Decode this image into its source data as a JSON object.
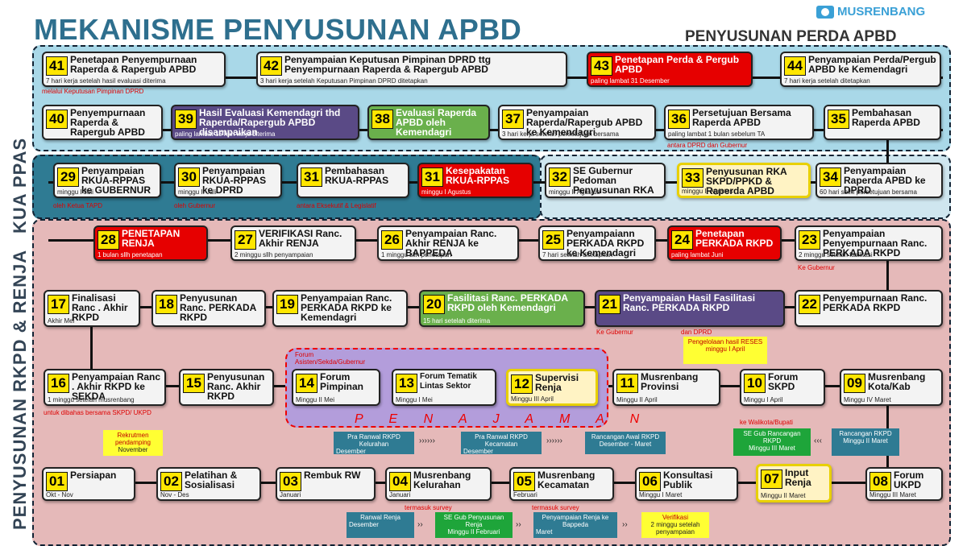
{
  "title": "MEKANISME PENYUSUNAN APBD",
  "logo_text": "MUSRENBANG",
  "section_perda": "PENYUSUNAN PERDA APBD",
  "section_kua": "KUA PPAS",
  "section_rkpd": "PENYUSUNAN RKPD & RENJA",
  "penajaman": "P E N A J A M A N",
  "colors": {
    "perda_bg": "#a9d8e8",
    "kua_bg": "#2f7b93",
    "rkpd_bg": "#e5b9b9",
    "red": "#e60000",
    "green": "#6ab04c",
    "purple": "#5a4a86",
    "number_badge": "#ffe600"
  },
  "steps": {
    "s41": {
      "num": "41",
      "label": "Penetapan Penyempurnaan Raperda & Rapergub APBD",
      "note": "7 hari kerja setelah hasil evaluasi diterima",
      "rnote": "melalui Keputusan Pimpinan DPRD"
    },
    "s42": {
      "num": "42",
      "label": "Penyampaian Keputusan Pimpinan DPRD ttg Penyempurnaan Raperda & Rapergub APBD",
      "note": "3 hari kerja setelah Keputusan Pimpinan DPRD ditetapkan"
    },
    "s43": {
      "num": "43",
      "label": "Penetapan Perda & Pergub APBD",
      "note": "paling lambat 31 Desember"
    },
    "s44": {
      "num": "44",
      "label": "Penyampaian Perda/Pergub APBD ke Kemendagri",
      "note": "7 hari kerja setelah ditetapkan"
    },
    "s40": {
      "num": "40",
      "label": "Penyempurnaan Raperda & Rapergub APBD"
    },
    "s39": {
      "num": "39",
      "label": "Hasil Evaluasi Kemendagri thd Raperda/Rapergub APBD disampaikan",
      "note": "paling lambat 15 hari kerja diterima"
    },
    "s38": {
      "num": "38",
      "label": "Evaluasi Raperda APBD oleh Kemendagri"
    },
    "s37": {
      "num": "37",
      "label": "Penyampaian Raperda/Rapergub APBD ke Kemendagri",
      "note": "3 hari kerja setelah persetujuan bersama"
    },
    "s36": {
      "num": "36",
      "label": "Persetujuan Bersama Raperda APBD",
      "note": "paling lambat 1 bulan sebelum TA",
      "rnote": "antara DPRD dan Gubernur"
    },
    "s35": {
      "num": "35",
      "label": "Pembahasan Raperda APBD"
    },
    "s29": {
      "num": "29",
      "label": "Penyampaian RKUA-RPPAS ke GUBERNUR",
      "note": "minggu I Juli",
      "rnote": "oleh Ketua TAPD"
    },
    "s30": {
      "num": "30",
      "label": "Penyampaian RKUA-RPPAS ke DPRD",
      "note": "minggu II Juli",
      "rnote": "oleh Gubernur"
    },
    "s31": {
      "num": "31",
      "label": "Pembahasan RKUA-RPPAS",
      "rnote": "antara Eksekutif & Legislatif"
    },
    "s31b": {
      "num": "31",
      "label": "Kesepakatan RKUA-RPPAS",
      "note": "minggu I Agustus"
    },
    "s32": {
      "num": "32",
      "label": "SE Gubernur Pedoman Penyusunan RKA",
      "note": "minggu II Agustus"
    },
    "s33": {
      "num": "33",
      "label": "Penyusunan RKA SKPD/PPKD & Raperda APBD",
      "note": "minggu II Agustus"
    },
    "s34": {
      "num": "34",
      "label": "Penyampaian Raperda APBD ke DPRD",
      "note": "60 hari sblm persetujuan bersama"
    },
    "s28": {
      "num": "28",
      "label": "PENETAPAN RENJA",
      "note": "1 bulan sllh penetapan"
    },
    "s27": {
      "num": "27",
      "label": "VERIFIKASI Ranc. Akhir RENJA",
      "note": "2 minggu sllh penyampaian"
    },
    "s26": {
      "num": "26",
      "label": "Penyampaian Ranc. Akhir RENJA ke BAPPEDA",
      "note": "1 minggu sllh penetapan"
    },
    "s25": {
      "num": "25",
      "label": "Penyampaiann PERKADA RKPD ke Kemendagri",
      "note": "7 hari setelah ditetapkan"
    },
    "s24": {
      "num": "24",
      "label": "Penetapan PERKADA RKPD",
      "note": "paling lambat Juni"
    },
    "s23": {
      "num": "23",
      "label": "Penyampaian Penyempurnaan Ranc. PERKADA RKPD",
      "note": "2 minggu setelah fasilitasi",
      "rnote": "Ke Gubernur"
    },
    "s17": {
      "num": "17",
      "label": "Finalisasi Ranc . Akhir RKPD",
      "note": "Akhir Mei"
    },
    "s18": {
      "num": "18",
      "label": "Penyusunan Ranc. PERKADA RKPD"
    },
    "s19": {
      "num": "19",
      "label": "Penyampaian Ranc. PERKADA RKPD ke Kemendagri"
    },
    "s20": {
      "num": "20",
      "label": "Fasilitasi Ranc. PERKADA RKPD oleh Kemendagri",
      "note": "15 hari setelah diterima"
    },
    "s21": {
      "num": "21",
      "label": "Penyampaian Hasil Fasilitasi Ranc. PERKADA RKPD",
      "rnote": "Ke Gubernur",
      "rnote2": "dan DPRD"
    },
    "s22": {
      "num": "22",
      "label": "Penyempurnaan Ranc. PERKADA RKPD"
    },
    "s16": {
      "num": "16",
      "label": "Penyampaian Ranc . Akhir RKPD ke SEKDA",
      "note": "1 minggu setelah musrenbang",
      "rnote": "untuk dibahas bersama SKPD/ UKPD"
    },
    "s15": {
      "num": "15",
      "label": "Penyusunan Ranc. Akhir RKPD"
    },
    "s14": {
      "num": "14",
      "label": "Forum Pimpinan",
      "note": "Minggu II Mei",
      "rnote": "Forum Asisten/Sekda/Gubernur"
    },
    "s13": {
      "num": "13",
      "label": "Forum Tematik Lintas Sektor",
      "note": "Minggu I Mei"
    },
    "s12": {
      "num": "12",
      "label": "Supervisi Renja",
      "note": "Minggu III April"
    },
    "s11": {
      "num": "11",
      "label": "Musrenbang Provinsi",
      "note": "Minggu II April"
    },
    "s10": {
      "num": "10",
      "label": "Forum SKPD",
      "note": "Minggu I April"
    },
    "s09": {
      "num": "09",
      "label": "Musrenbang Kota/Kab",
      "note": "Minggu IV Maret"
    },
    "s01": {
      "num": "01",
      "label": "Persiapan",
      "note": "Okt - Nov"
    },
    "s02": {
      "num": "02",
      "label": "Pelatihan & Sosialisasi",
      "note": "Nov - Des"
    },
    "s03": {
      "num": "03",
      "label": "Rembuk RW",
      "note": "Januari"
    },
    "s04": {
      "num": "04",
      "label": "Musrenbang Kelurahan",
      "note": "Januari",
      "rnote": "termasuk survey"
    },
    "s05": {
      "num": "05",
      "label": "Musrenbang Kecamatan",
      "note": "Februari",
      "rnote": "termasuk survey"
    },
    "s06": {
      "num": "06",
      "label": "Konsultasi Publik",
      "note": "Minggu I Maret"
    },
    "s07": {
      "num": "07",
      "label": "Input Renja",
      "note": "Minggu II Maret"
    },
    "s08": {
      "num": "08",
      "label": "Forum UKPD",
      "note": "Minggu III Maret"
    }
  },
  "flow_boxes": {
    "rekrutmen": {
      "label": "Rekrutmen pendamping",
      "sub": "November"
    },
    "pra_kel": {
      "label": "Pra Ranwal RKPD Kelurahan",
      "sub": "Desember"
    },
    "pra_kec": {
      "label": "Pra Ranwal RKPD Kecamatan",
      "sub": "Desember"
    },
    "ranc_awal": {
      "label": "Rancangan Awal RKPD",
      "sub": "Desember - Maret"
    },
    "se_gub_rkpd": {
      "label": "SE Gub Rancangan RKPD",
      "sub": "Minggu III Maret"
    },
    "ranc_rkpd": {
      "label": "Rancangan RKPD",
      "sub": "Minggu II Maret"
    },
    "reses": {
      "label": "Pengelolaan hasil RESES",
      "sub": "minggu I April"
    },
    "ke_walikota": {
      "label": "ke Walikota/Bupati"
    },
    "ranwal_renja": {
      "label": "Ranwal Renja",
      "sub": "Desember"
    },
    "se_gub_renja": {
      "label": "SE Gub Penyusunan Renja",
      "sub": "Minggu II Februari"
    },
    "peny_renja": {
      "label": "Penyampaian Renja ke Bappeda",
      "sub": "Maret"
    },
    "verifikasi": {
      "label": "Verifikasi",
      "sub": "2 minggu setelah penyampaian"
    }
  }
}
